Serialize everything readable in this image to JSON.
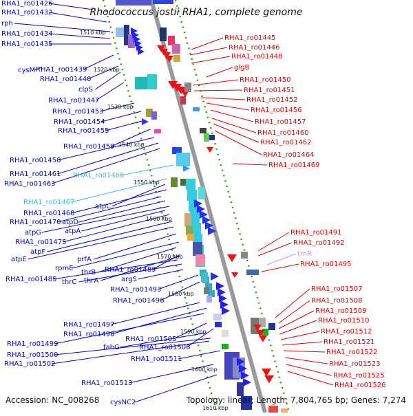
{
  "title": "Rhodococcus jostii RHA1, complete genome",
  "footer": {
    "accession": "Accession: NC_008268",
    "summary": "Topology: linear; Length: 7,804,765 bp; Genes: 7,274"
  },
  "colors": {
    "left_label": "#0000cc",
    "right_label": "#dd0000",
    "highlight_cyan": "#33bbdd",
    "trna_pink": "#dd88dd",
    "backbone": "#999999",
    "scale_dots": "#339900"
  },
  "ticks": [
    "1510 kbp",
    "1520 kbp",
    "1530 kbp",
    "1540 kbp",
    "1550 kbp",
    "1560 kbp",
    "1570 kbp",
    "1580 kbp",
    "1590 kbp",
    "1600 kbp",
    "1610 kbp"
  ],
  "left_labels": [
    "RHA1_ro01426",
    "RHA1_ro01432",
    "rph",
    "RHA1_ro01434",
    "RHA1_ro01435",
    "cysM",
    "RHA1_ro01439",
    "RHA1_ro01440",
    "clpS",
    "RHA1_ro01447",
    "RHA1_ro01453",
    "RHA1_ro01454",
    "RHA1_ro01455",
    "RHA1_ro01459",
    "RHA1_ro01458",
    "RHA1_ro01461",
    "RHA1_ro01463",
    "RHA1_ro01466",
    "RHA1_ro01467",
    "atpC",
    "RHA1_ro01468",
    "RHA1_ro01470",
    "atpD",
    "atpG",
    "atpA",
    "RHA1_ro01475",
    "atpF",
    "atpE",
    "prfA",
    "rpmE",
    "RHA1_ro01489",
    "thrB",
    "RHA1_ro01485",
    "thrC",
    "thrA",
    "argS",
    "RHA1_ro01493",
    "RHA1_ro01496",
    "RHA1_ro01497",
    "RHA1_ro01498",
    "RHA1_ro01499",
    "RHA1_ro01505",
    "RHA1_ro01506",
    "fabG",
    "RHA1_ro01500",
    "RHA1_ro01502",
    "RHA1_ro01511",
    "RHA1_ro01513",
    "cysNC2"
  ],
  "right_labels": [
    "RHA1_ro01445",
    "RHA1_ro01446",
    "RHA1_ro01448",
    "glgB",
    "RHA1_ro01450",
    "RHA1_ro01451",
    "RHA1_ro01452",
    "RHA1_ro01456",
    "RHA1_ro01457",
    "RHA1_ro01460",
    "RHA1_ro01462",
    "RHA1_ro01464",
    "RHA1_ro01469",
    "RHA1_ro01491",
    "RHA1_ro01492",
    "trnR",
    "RHA1_ro01495",
    "RHA1_ro01507",
    "RHA1_ro01508",
    "RHA1_ro01509",
    "RHA1_ro01510",
    "RHA1_ro01512",
    "RHA1_ro01521",
    "RHA1_ro01522",
    "RHA1_ro01523",
    "RHA1_ro01525",
    "RHA1_ro01526"
  ]
}
